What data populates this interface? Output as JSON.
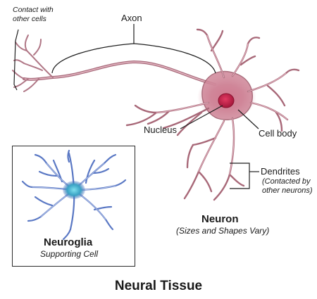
{
  "title": "Neural Tissue",
  "labels": {
    "contact": [
      "Contact with",
      "other cells"
    ],
    "axon": "Axon",
    "nucleus": "Nucleus",
    "cell_body": "Cell body",
    "dendrites": "Dendrites",
    "dendrites_note": [
      "(Contacted by",
      "other neurons)"
    ]
  },
  "neuron": {
    "name": "Neuron",
    "note": "(Sizes and Shapes Vary)"
  },
  "neuroglia": {
    "name": "Neuroglia",
    "note": "Supporting Cell"
  },
  "colors": {
    "neuron_fill": "#c98a9a",
    "neuron_outline": "#8e4f5f",
    "soma_glow": "#d9436b",
    "nucleus": "#b81f45",
    "glia": "#5f7cc8",
    "glia_core": "#3bb0c8"
  }
}
